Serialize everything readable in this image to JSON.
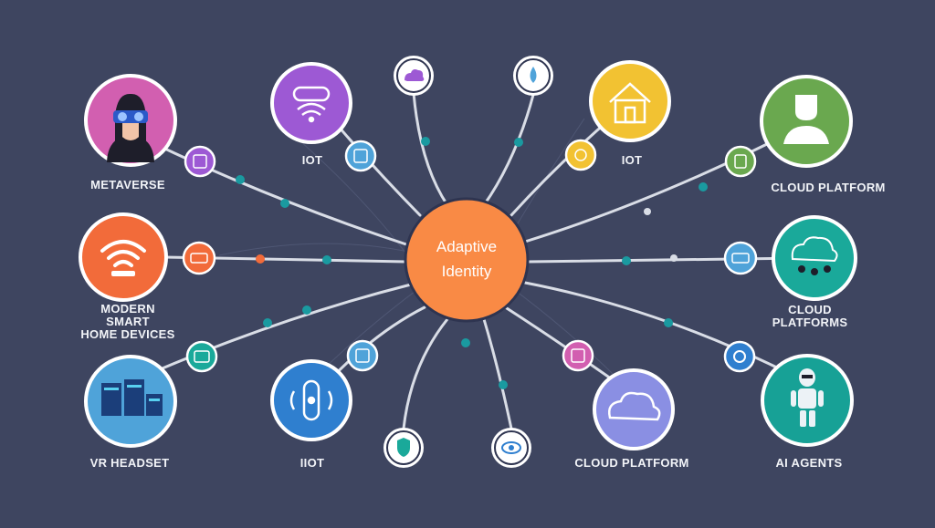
{
  "center": {
    "line1": "Adaptive",
    "line2": "Identity",
    "color": "#f98a45"
  },
  "nodes": [
    {
      "id": "metaverse",
      "line1": "METAVERSE",
      "line2": "",
      "line3": "",
      "color": "#d25fb0",
      "icon": "vr-avatar-icon"
    },
    {
      "id": "iot-top-left",
      "line1": "IOT",
      "line2": "",
      "line3": "",
      "color": "#9d59d4",
      "icon": "wifi-device-icon"
    },
    {
      "id": "iot-top-right",
      "line1": "IOT",
      "line2": "",
      "line3": "",
      "color": "#f2c232",
      "icon": "house-icon"
    },
    {
      "id": "cloud-platform-top",
      "line1": "CLOUD PLATFORM",
      "line2": "",
      "line3": "",
      "color": "#6aa84f",
      "icon": "person-icon"
    },
    {
      "id": "smart-home",
      "line1": "MODERN",
      "line2": "SMART",
      "line3": "HOME DEVICES",
      "color": "#f26b3a",
      "icon": "wifi-icon"
    },
    {
      "id": "cloud-platforms",
      "line1": "CLOUD",
      "line2": "PLATFORMS",
      "line3": "",
      "color": "#1aa99a",
      "icon": "cloud-network-icon"
    },
    {
      "id": "vr-headset",
      "line1": "VR HEADSET",
      "line2": "",
      "line3": "",
      "color": "#4fa3d9",
      "icon": "server-rack-icon"
    },
    {
      "id": "iiot",
      "line1": "IIOT",
      "line2": "",
      "line3": "",
      "color": "#2f7fcf",
      "icon": "sensor-icon"
    },
    {
      "id": "cloud-platform-bottom",
      "line1": "CLOUD PLATFORM",
      "line2": "",
      "line3": "",
      "color": "#8a8fe3",
      "icon": "cloud-icon"
    },
    {
      "id": "ai-agents",
      "line1": "AI AGENTS",
      "line2": "",
      "line3": "",
      "color": "#17a196",
      "icon": "robot-icon"
    }
  ],
  "colors": {
    "background": "#3e4560",
    "connector": "#d9dde6",
    "dot": "#1a9aa0"
  }
}
